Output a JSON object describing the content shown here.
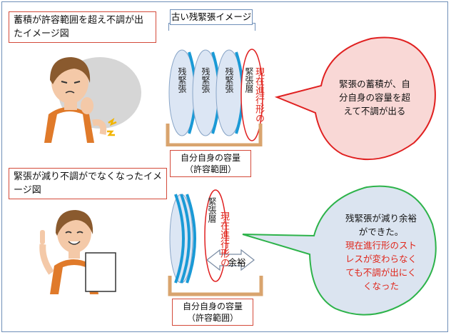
{
  "top": {
    "caption": "蓄積が許容範囲を超え不調が出たイメージ図",
    "header_label": "古い残緊張イメージ",
    "plate_labels": [
      "残緊張",
      "残緊張",
      "残緊張"
    ],
    "current_label_red": "現在進行形の",
    "current_label_black": "緊張層",
    "capacity_line1": "自分自身の容量",
    "capacity_line2": "（許容範囲）",
    "bubble_line1": "緊張の蓄積が、自",
    "bubble_line2": "分自身の容量を超",
    "bubble_line3": "えて不調が出る"
  },
  "bottom": {
    "caption": "緊張が減り不調がでなくなったイメージ図",
    "current_label_black": "緊張層",
    "current_label_red": "現在進行形の",
    "margin_label": "余裕",
    "capacity_line1": "自分自身の容量",
    "capacity_line2": "（許容範囲）",
    "bubble_line1": "残緊張が減り余裕",
    "bubble_line2": "ができた。",
    "bubble_red1": "現在進行形のスト",
    "bubble_red2": "レスが変わらなく",
    "bubble_red3": "ても不調が出にく",
    "bubble_red4": "くなった"
  },
  "colors": {
    "frame": "#6f8fb8",
    "label_border": "#d44a3a",
    "plate_fill": "#dce6f4",
    "plate_stroke": "#1a9ad6",
    "bowl": "#d9a46e",
    "bubble_top_fill": "#f9d8d6",
    "bubble_top_stroke": "#e02020",
    "bubble_bottom_fill": "#dbe4f0",
    "bubble_bottom_stroke": "#2db34a",
    "text_red": "#e0261b"
  }
}
